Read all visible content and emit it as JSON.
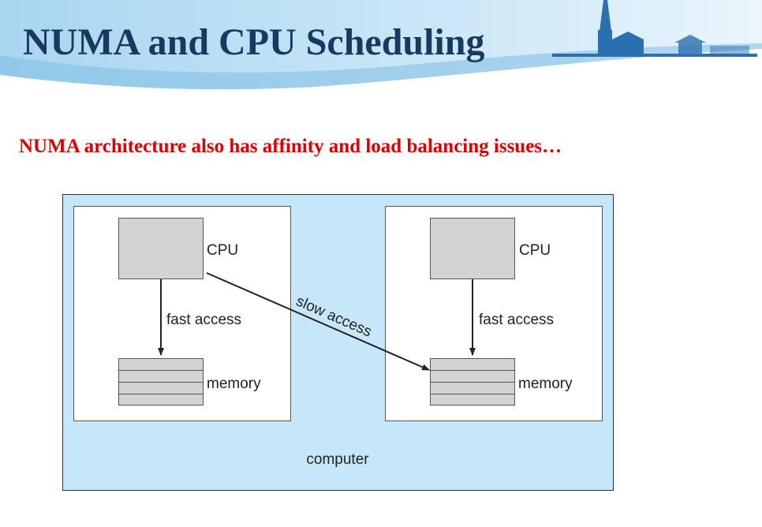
{
  "slide": {
    "title": "NUMA and CPU Scheduling",
    "subtitle": "NUMA architecture also has affinity and load balancing issues…"
  },
  "diagram": {
    "left_node": {
      "cpu_label": "CPU",
      "memory_label": "memory",
      "access_label": "fast access"
    },
    "right_node": {
      "cpu_label": "CPU",
      "memory_label": "memory",
      "access_label": "fast access"
    },
    "cross_access_label": "slow access",
    "system_label": "computer"
  },
  "colors": {
    "title": "#173a5e",
    "subtitle": "#e00000",
    "computer_fill": "#c6e7f9",
    "box_fill": "#d3d3d3",
    "header_wave": "#8fc6e8"
  }
}
